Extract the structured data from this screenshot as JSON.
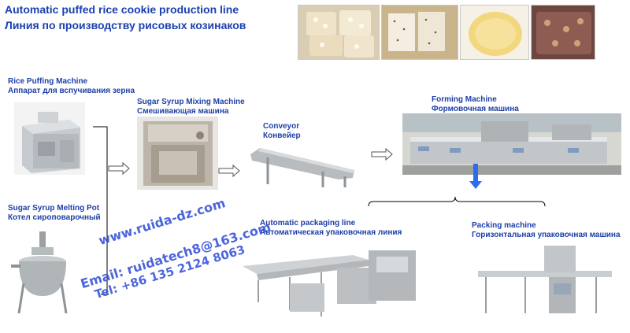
{
  "header": {
    "title_en": "Automatic puffed rice cookie production line",
    "title_ru": "Линия по производству рисовых козинаков"
  },
  "product_photos": [
    {
      "icon": "puffed-rice-cake-photo",
      "color": "#e9dcc0"
    },
    {
      "icon": "sesame-bar-photo",
      "color": "#efe6d3"
    },
    {
      "icon": "round-rice-cracker-photo",
      "color": "#f1d98e"
    },
    {
      "icon": "dark-nut-bar-photo",
      "color": "#8a5a4f"
    }
  ],
  "machines": {
    "puffing": {
      "en": "Rice Puffing Machine",
      "ru": "Аппарат для вспучивания зерна"
    },
    "melting": {
      "en": "Sugar Syrup Melting Pot",
      "ru": "Котел сироповарочный"
    },
    "mixing": {
      "en": "Sugar Syrup Mixing Machine",
      "ru": "Смешивающая машина"
    },
    "conveyor": {
      "en": "Conveyor",
      "ru": "Конвейер"
    },
    "forming": {
      "en": "Forming Machine",
      "ru": "Формовочная машина"
    },
    "auto_pack": {
      "en": "Automatic packaging line",
      "ru": "Автоматическая упаковочная линия"
    },
    "packing": {
      "en": "Packing machine",
      "ru": "Горизонтальная упаковочная машина"
    }
  },
  "watermark": {
    "website": "www.ruida-dz.com",
    "email": "Email: ruidatech8@163.com",
    "phone": "Tel: +86 135 2124 8063"
  },
  "colors": {
    "label": "#1d3fa8",
    "title": "#1a3fb0",
    "arrow_blue": "#2b6cf0",
    "watermark": "#3a55d8"
  }
}
